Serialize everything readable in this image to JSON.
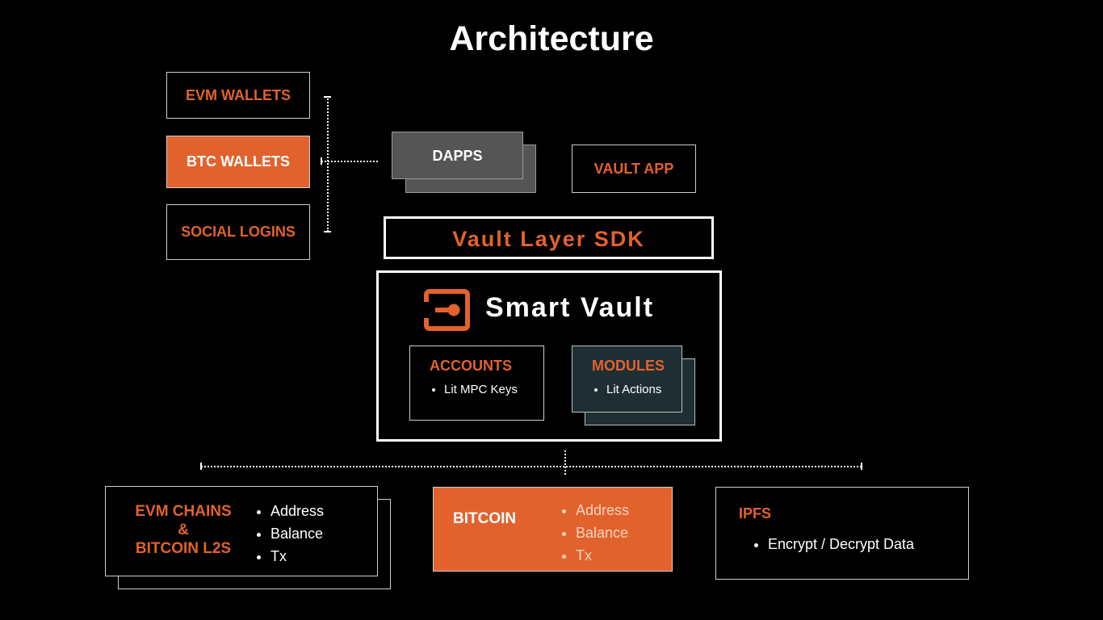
{
  "title": "Architecture",
  "wallets": {
    "evm": "EVM WALLETS",
    "btc": "BTC WALLETS",
    "social": "SOCIAL LOGINS"
  },
  "dapps": "DAPPS",
  "vault_app": "VAULT APP",
  "sdk": "Vault Layer SDK",
  "smart_vault": {
    "title": "Smart Vault",
    "icon": "vault-key-icon",
    "accounts": {
      "label": "ACCOUNTS",
      "items": [
        "Lit MPC Keys"
      ]
    },
    "modules": {
      "label": "MODULES",
      "items": [
        "Lit Actions"
      ]
    }
  },
  "chains": {
    "evm": {
      "line1": "EVM CHAINS",
      "line2": "&",
      "line3": "BITCOIN L2S",
      "items": [
        "Address",
        "Balance",
        "Tx"
      ]
    },
    "bitcoin": {
      "label": "BITCOIN",
      "items": [
        "Address",
        "Balance",
        "Tx"
      ]
    },
    "ipfs": {
      "label": "IPFS",
      "items": [
        "Encrypt / Decrypt Data"
      ]
    }
  },
  "colors": {
    "accent": "#e2622d",
    "background": "#000000",
    "module_fill": "#1f2e33",
    "dapps_fill": "#555555"
  }
}
